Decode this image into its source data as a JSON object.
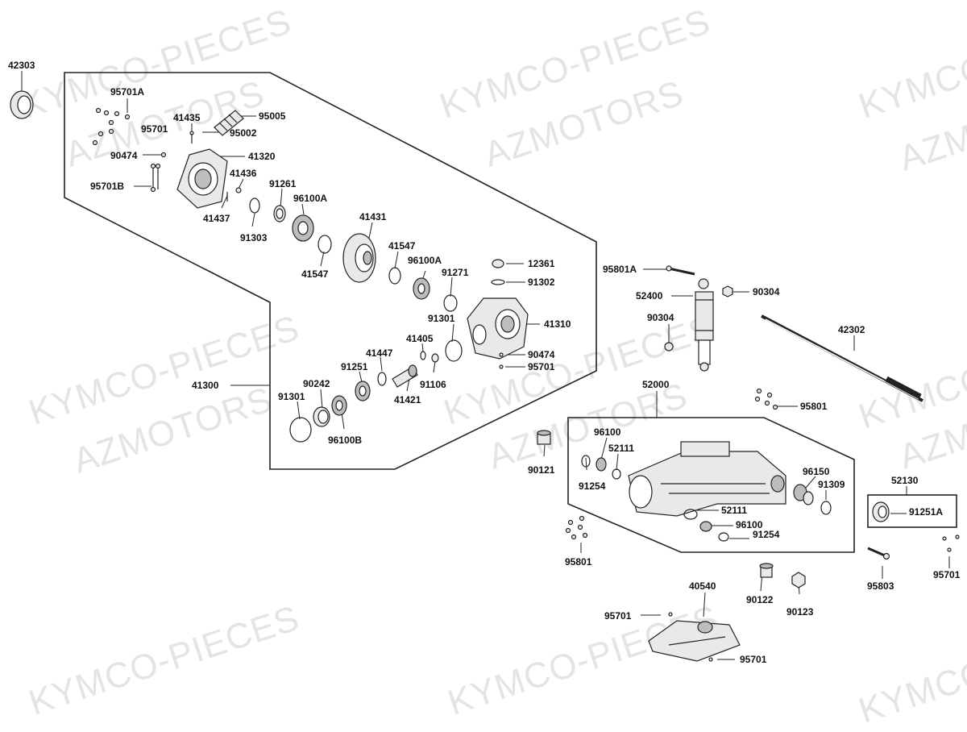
{
  "watermark": {
    "line1": "KYMCO-PIECES",
    "line2": "AZMOTORS"
  },
  "colors": {
    "line": "#222222",
    "part_fill": "#e9e9e9",
    "part_dark": "#bdbdbd",
    "watermark": "#e4e4e4"
  },
  "labels": {
    "p42303": "42303",
    "p95701A": "95701A",
    "p41435": "41435",
    "p95005": "95005",
    "p95701_a": "95701",
    "p95002": "95002",
    "p90474_a": "90474",
    "p41320": "41320",
    "p41436": "41436",
    "p95701B": "95701B",
    "p91261": "91261",
    "p96100A_a": "96100A",
    "p41437": "41437",
    "p91303": "91303",
    "p41431": "41431",
    "p41547_a": "41547",
    "p41547_b": "41547",
    "p96100A_b": "96100A",
    "p91271": "91271",
    "p12361": "12361",
    "p91302": "91302",
    "p91301_a": "91301",
    "p41310": "41310",
    "p41405": "41405",
    "p41447": "41447",
    "p91251": "91251",
    "p90474_b": "90474",
    "p95701_b": "95701",
    "p41300": "41300",
    "p90242": "90242",
    "p91106": "91106",
    "p41421": "41421",
    "p91301_b": "91301",
    "p96100B": "96100B",
    "p95801A": "95801A",
    "p52400": "52400",
    "p90304_a": "90304",
    "p90304_b": "90304",
    "p42302": "42302",
    "p52000": "52000",
    "p95801_a": "95801",
    "p96100_a": "96100",
    "p52111_a": "52111",
    "p91254_a": "91254",
    "p90121": "90121",
    "p96150": "96150",
    "p91309": "91309",
    "p52111_b": "52111",
    "p96100_b": "96100",
    "p91254_b": "91254",
    "p52130": "52130",
    "p91251A": "91251A",
    "p95801_b": "95801",
    "p40540": "40540",
    "p90122": "90122",
    "p90123": "90123",
    "p95803": "95803",
    "p95701_c": "95701",
    "p95701_d": "95701",
    "p95701_e": "95701"
  }
}
